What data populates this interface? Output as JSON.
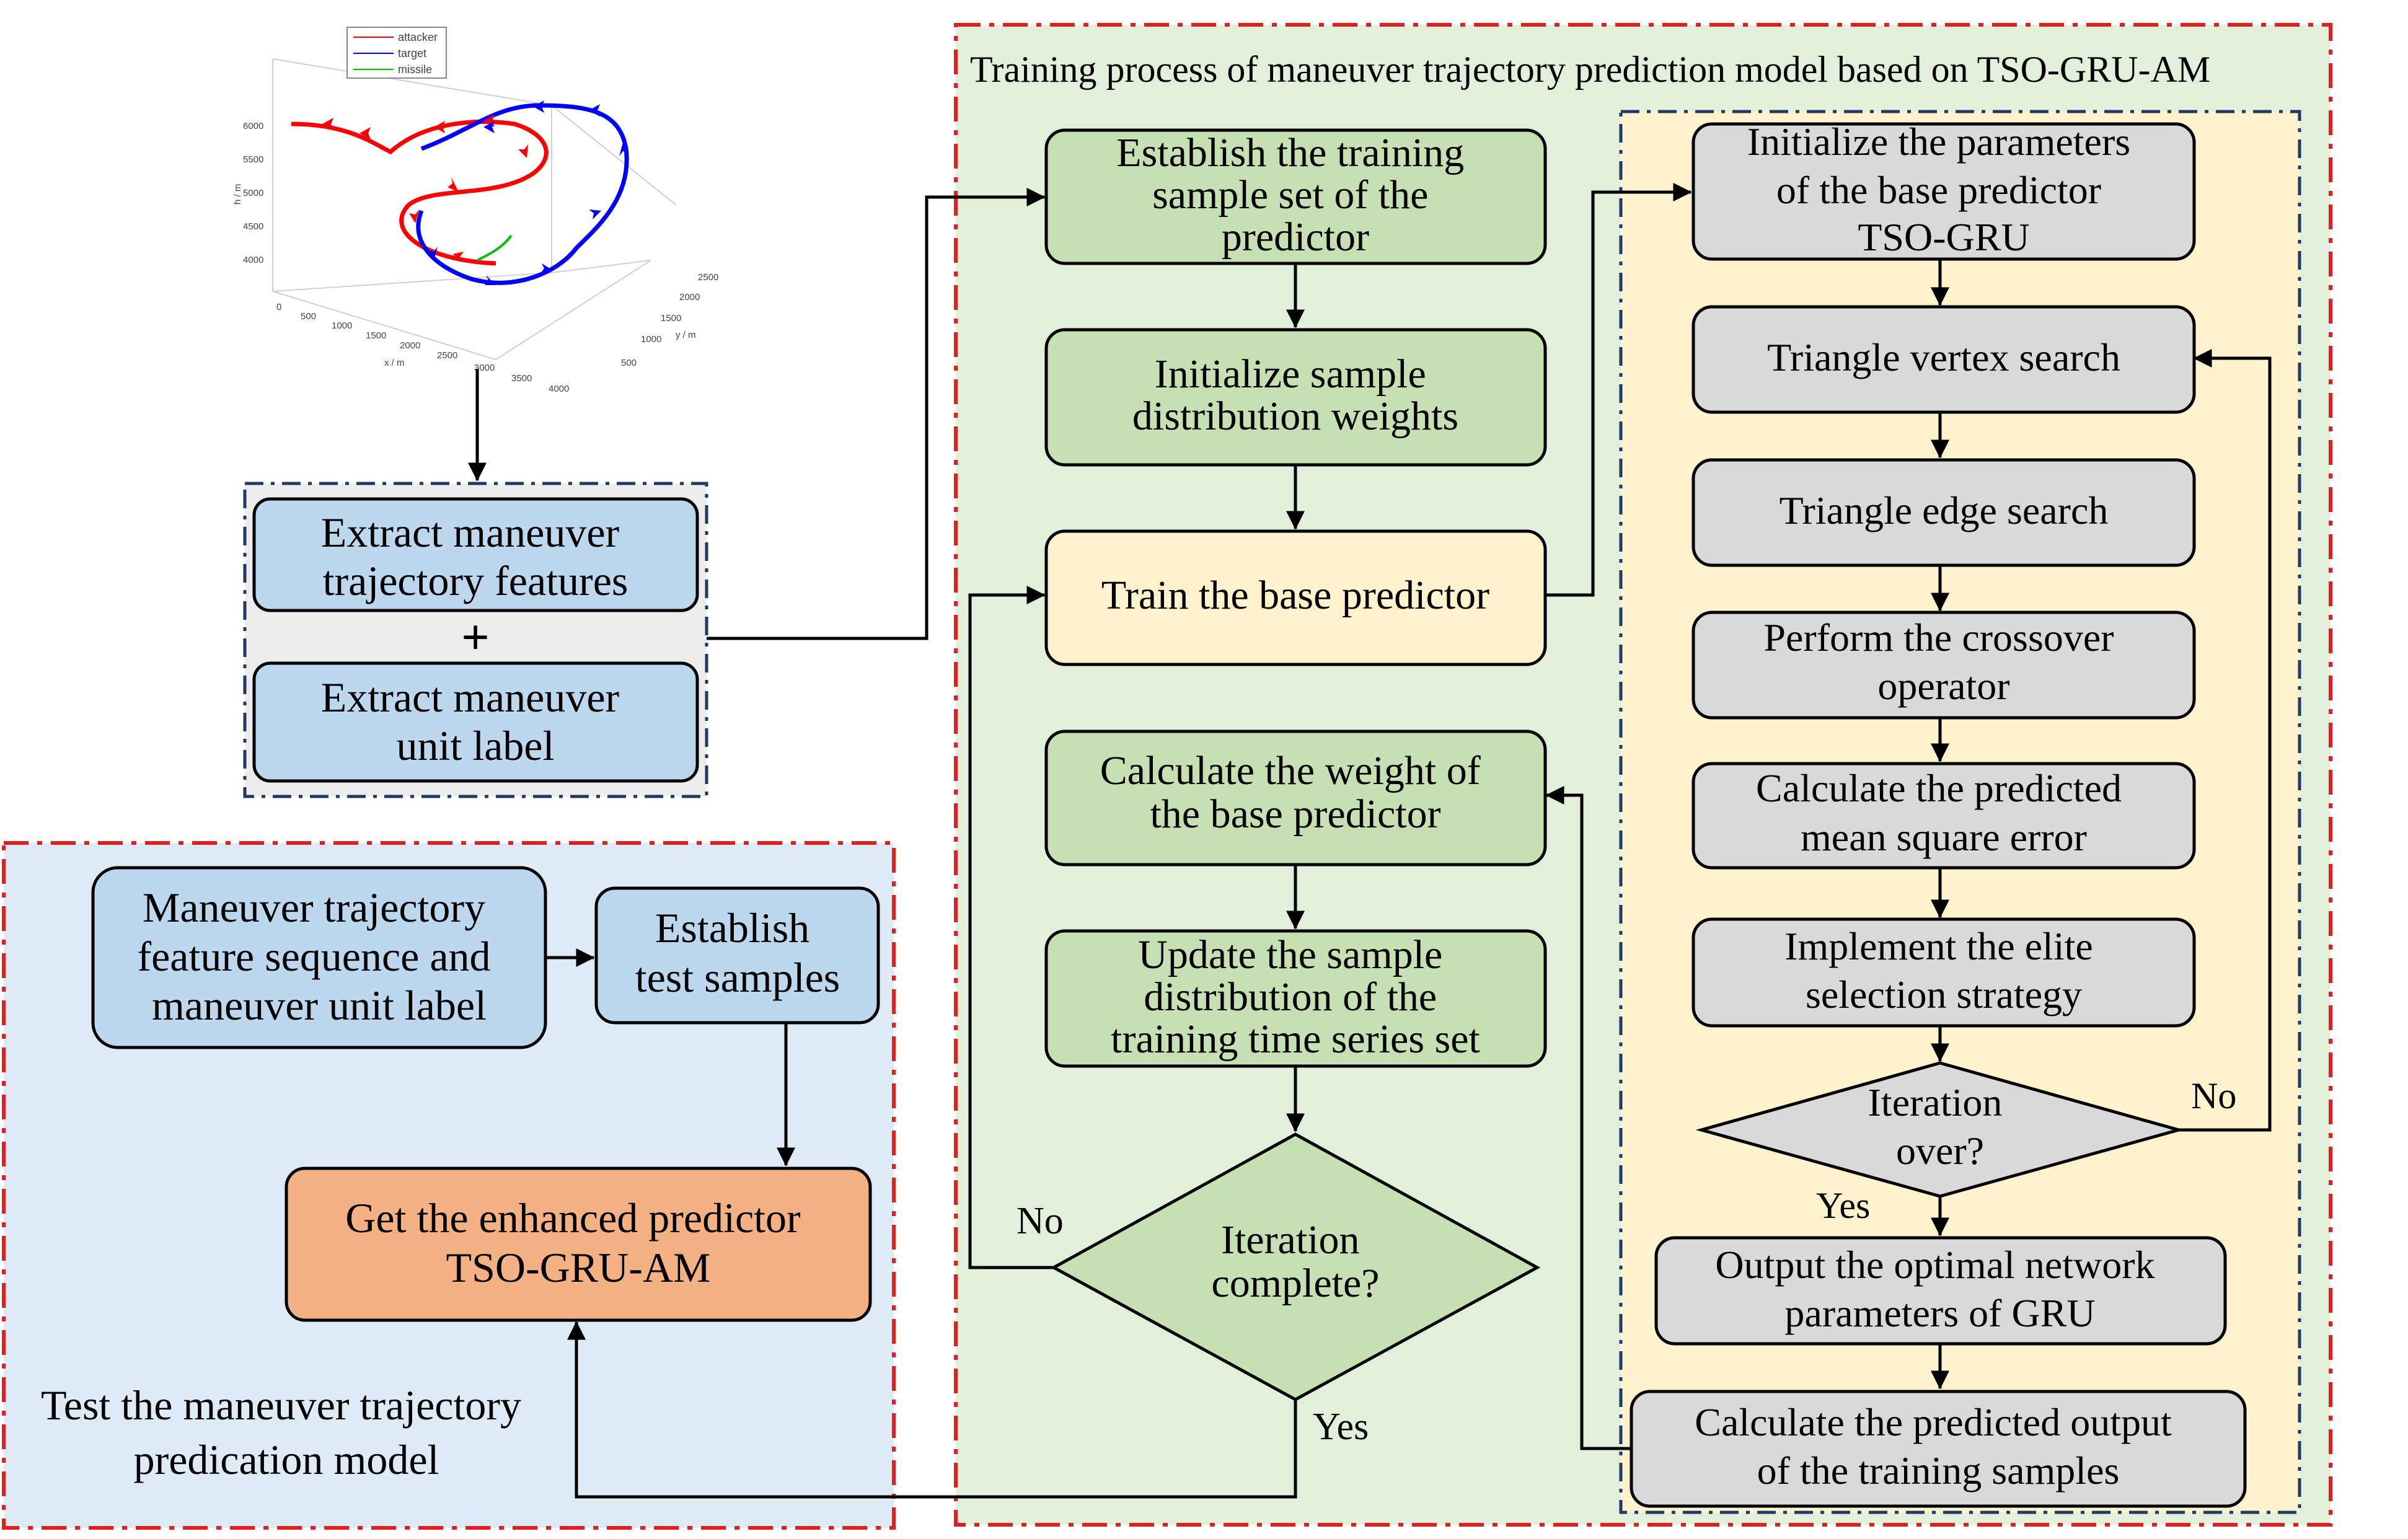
{
  "colors": {
    "green_fill": "#c6e0b4",
    "yellow_fill": "#fff2cc",
    "blue_fill": "#bdd7ee",
    "gray_fill": "#d9d9d9",
    "orange_fill": "#f4b183",
    "panel_green": "#e2efda",
    "panel_yellow": "#fff2cc",
    "panel_blue": "#deebf7",
    "red_dash": "#e02020",
    "navy_dash": "#1f3864"
  },
  "trajectory_plot": {
    "legend": [
      "attacker",
      "target",
      "missile"
    ],
    "series_colors": [
      "#ff0000",
      "#0000ff",
      "#00c000"
    ],
    "ylabel": "h / m",
    "xlabel": "x / m",
    "zlabel": "y / m",
    "h_ticks": [
      "6000",
      "5500",
      "5000",
      "4500",
      "4000"
    ],
    "x_ticks": [
      "0",
      "500",
      "1000",
      "1500",
      "2000",
      "2500",
      "3000",
      "3500",
      "4000"
    ],
    "y_ticks": [
      "500",
      "1000",
      "1500",
      "2000",
      "2500"
    ]
  },
  "extract_group": {
    "features": [
      "Extract maneuver",
      "trajectory features"
    ],
    "plus": "+",
    "label": [
      "Extract maneuver",
      "unit label"
    ]
  },
  "test_panel": {
    "title": [
      "Test the maneuver trajectory",
      "predication model"
    ],
    "sequence_box": [
      "Maneuver trajectory",
      "feature sequence and",
      "maneuver unit label"
    ],
    "establish_box": [
      "Establish",
      "test samples"
    ],
    "enhanced_box": [
      "Get the enhanced predictor",
      "TSO-GRU-AM"
    ]
  },
  "training_panel": {
    "title": "Training process of maneuver trajectory prediction model based on TSO-GRU-AM",
    "establish_set": [
      "Establish the training",
      "sample set of the",
      "predictor"
    ],
    "init_weights": [
      "Initialize sample",
      "distribution weights"
    ],
    "train_base": [
      "Train the base predictor"
    ],
    "calc_weight": [
      "Calculate the weight of",
      "the base predictor"
    ],
    "update_dist": [
      "Update the sample",
      "distribution of the",
      "training time series set"
    ],
    "iter_complete": [
      "Iteration",
      "complete?"
    ],
    "no_label": "No",
    "yes_label": "Yes"
  },
  "tso_panel": {
    "init_params": [
      "Initialize the parameters",
      "of the base predictor",
      "TSO-GRU"
    ],
    "vertex_search": [
      "Triangle vertex search"
    ],
    "edge_search": [
      "Triangle edge search"
    ],
    "crossover": [
      "Perform the crossover",
      "operator"
    ],
    "mse": [
      "Calculate the predicted",
      "mean square error"
    ],
    "elite": [
      "Implement the elite",
      "selection strategy"
    ],
    "iter_over": [
      "Iteration",
      "over?"
    ],
    "output_params": [
      "Output the optimal network",
      "parameters of GRU"
    ],
    "predicted_output": [
      "Calculate the predicted output",
      "of the training samples"
    ],
    "no_label": "No",
    "yes_label": "Yes"
  }
}
